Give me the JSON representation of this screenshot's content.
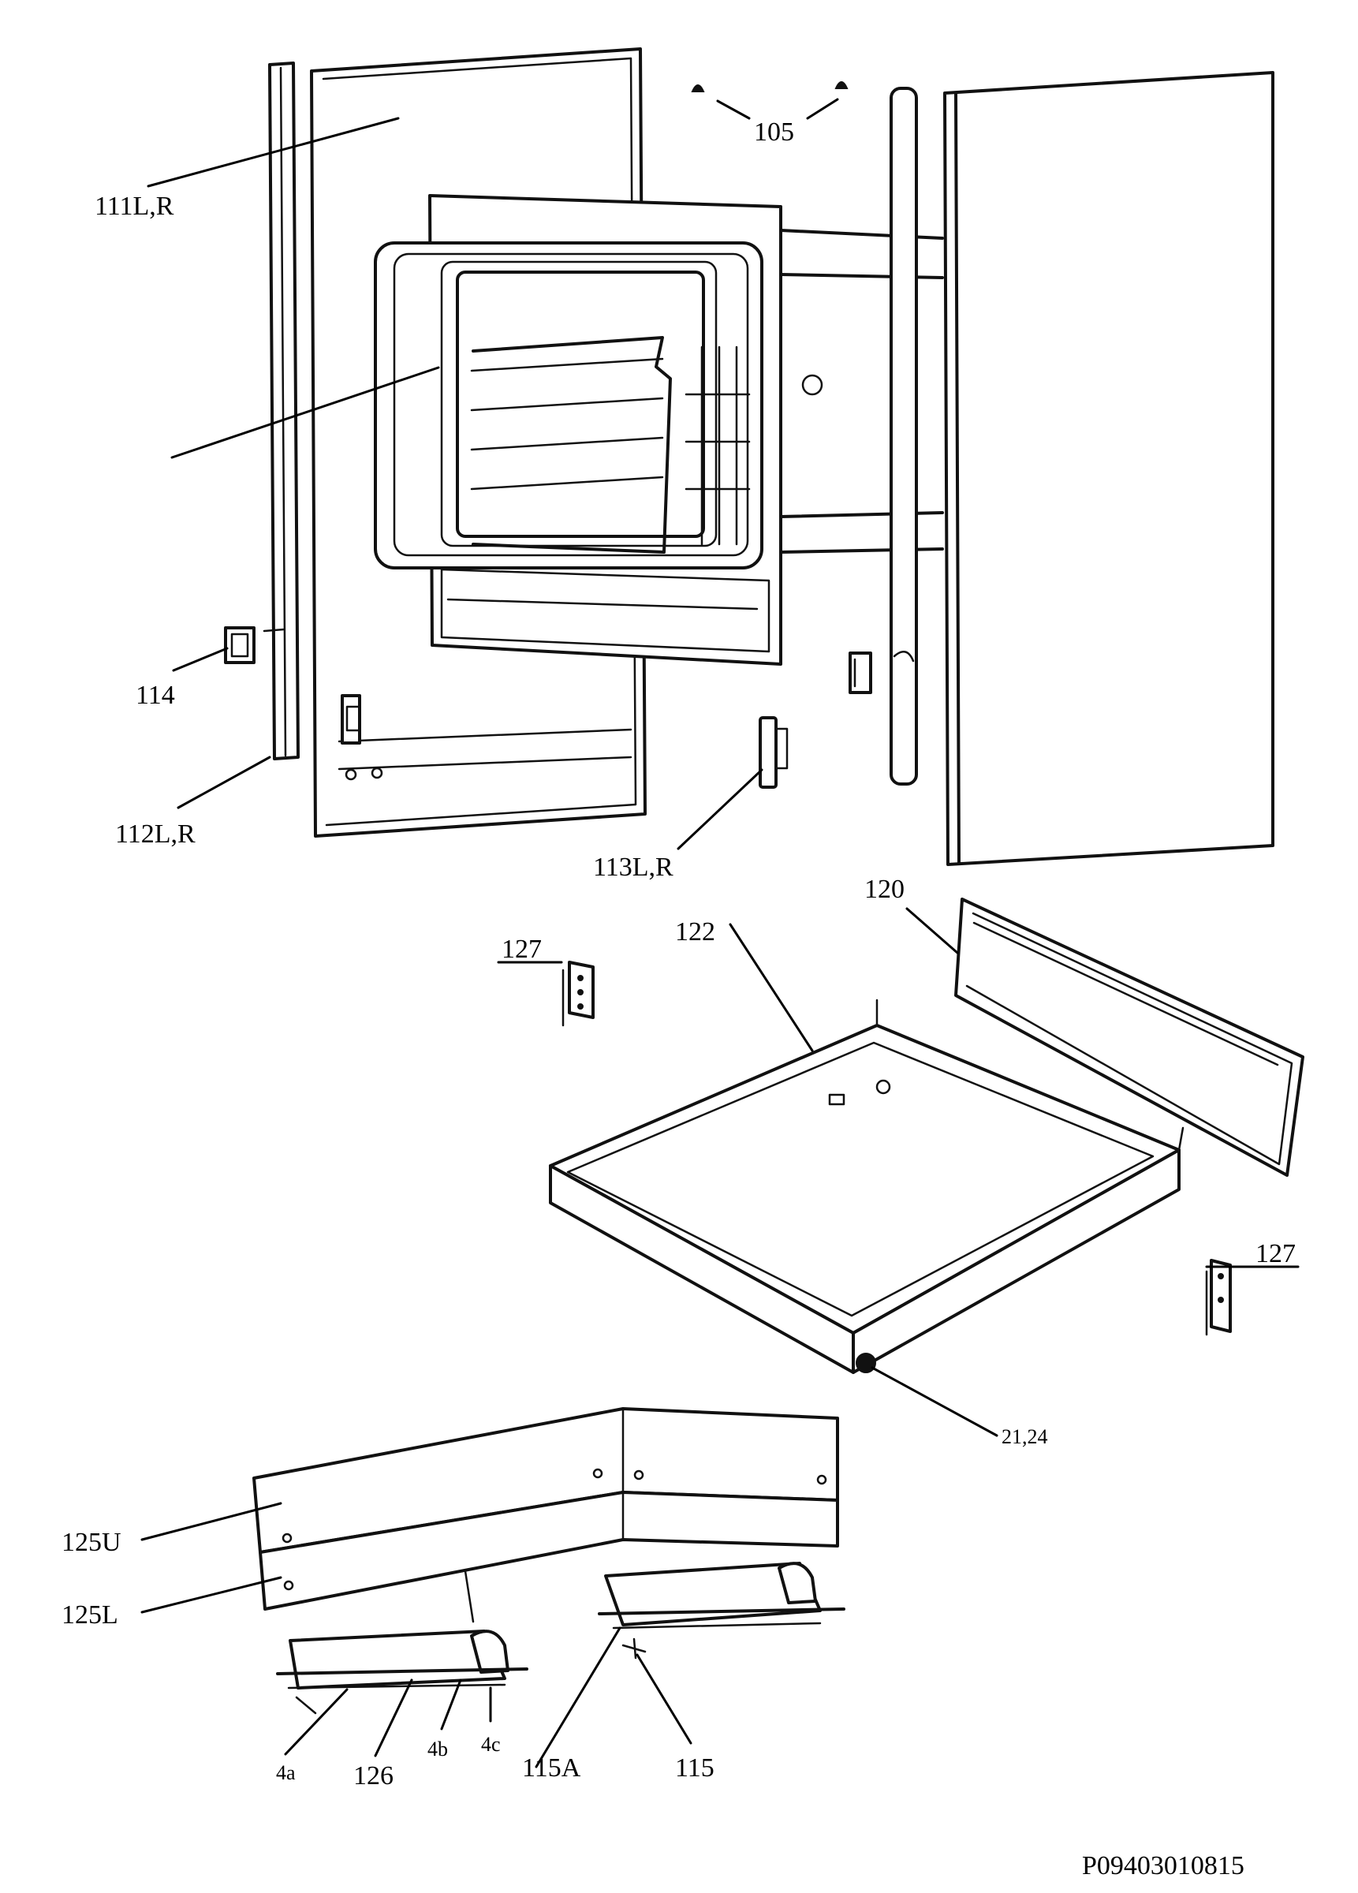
{
  "labels": {
    "l105": "105",
    "l111": "111L,R",
    "l114": "114",
    "l112": "112L,R",
    "l113": "113L,R",
    "l120": "120",
    "l122": "122",
    "l127a": "127",
    "l127b": "127",
    "l2124": "21,24",
    "l125u": "125U",
    "l125l": "125L",
    "l4a": "4a",
    "l126": "126",
    "l4b": "4b",
    "l4c": "4c",
    "l115a": "115A",
    "l115": "115"
  },
  "reference_code": "P09403010815"
}
